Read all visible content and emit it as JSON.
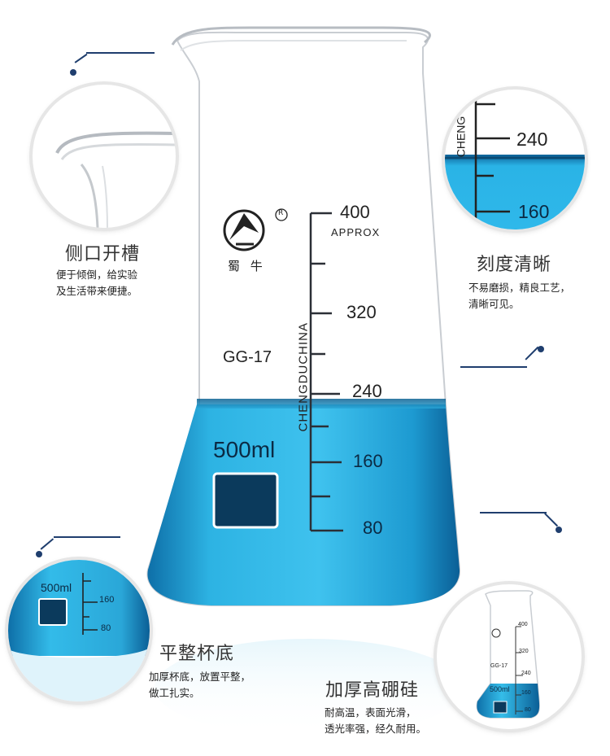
{
  "colors": {
    "accent": "#1f3e6e",
    "liquid": "#2aa7d8",
    "liquid_dark": "#1380b8",
    "glass_outline": "#c9cdd2",
    "text": "#333333"
  },
  "beaker": {
    "brand_logo": "brand-logo-icon",
    "brand_name": "蜀 牛",
    "registered_mark": "R",
    "model": "GG-17",
    "capacity": "500ml",
    "vertical_text": "CHENGDUCHINA",
    "approx": "APPROX",
    "scale_labels": [
      "400",
      "320",
      "240",
      "160",
      "80"
    ]
  },
  "features": {
    "spout": {
      "title": "侧口开槽",
      "desc": "便于倾倒，给实验\n及生活带来便捷。"
    },
    "scale": {
      "title": "刻度清晰",
      "desc": "不易磨损，精良工艺，\n清晰可见。"
    },
    "bottom": {
      "title": "平整杯底",
      "desc": "加厚杯底，放置平整，\n做工扎实。"
    },
    "glass": {
      "title": "加厚高硼硅",
      "desc": "耐高温，表面光滑，\n透光率强，经久耐用。"
    }
  },
  "zoom_scale": {
    "labels": [
      "240",
      "160"
    ],
    "vertical_text": "CHENG"
  },
  "zoom_bottom": {
    "capacity": "500ml",
    "labels": [
      "160",
      "80"
    ]
  },
  "zoom_full": {
    "capacity": "500ml",
    "model": "GG-17",
    "labels": [
      "400",
      "320",
      "240",
      "160",
      "80"
    ]
  }
}
